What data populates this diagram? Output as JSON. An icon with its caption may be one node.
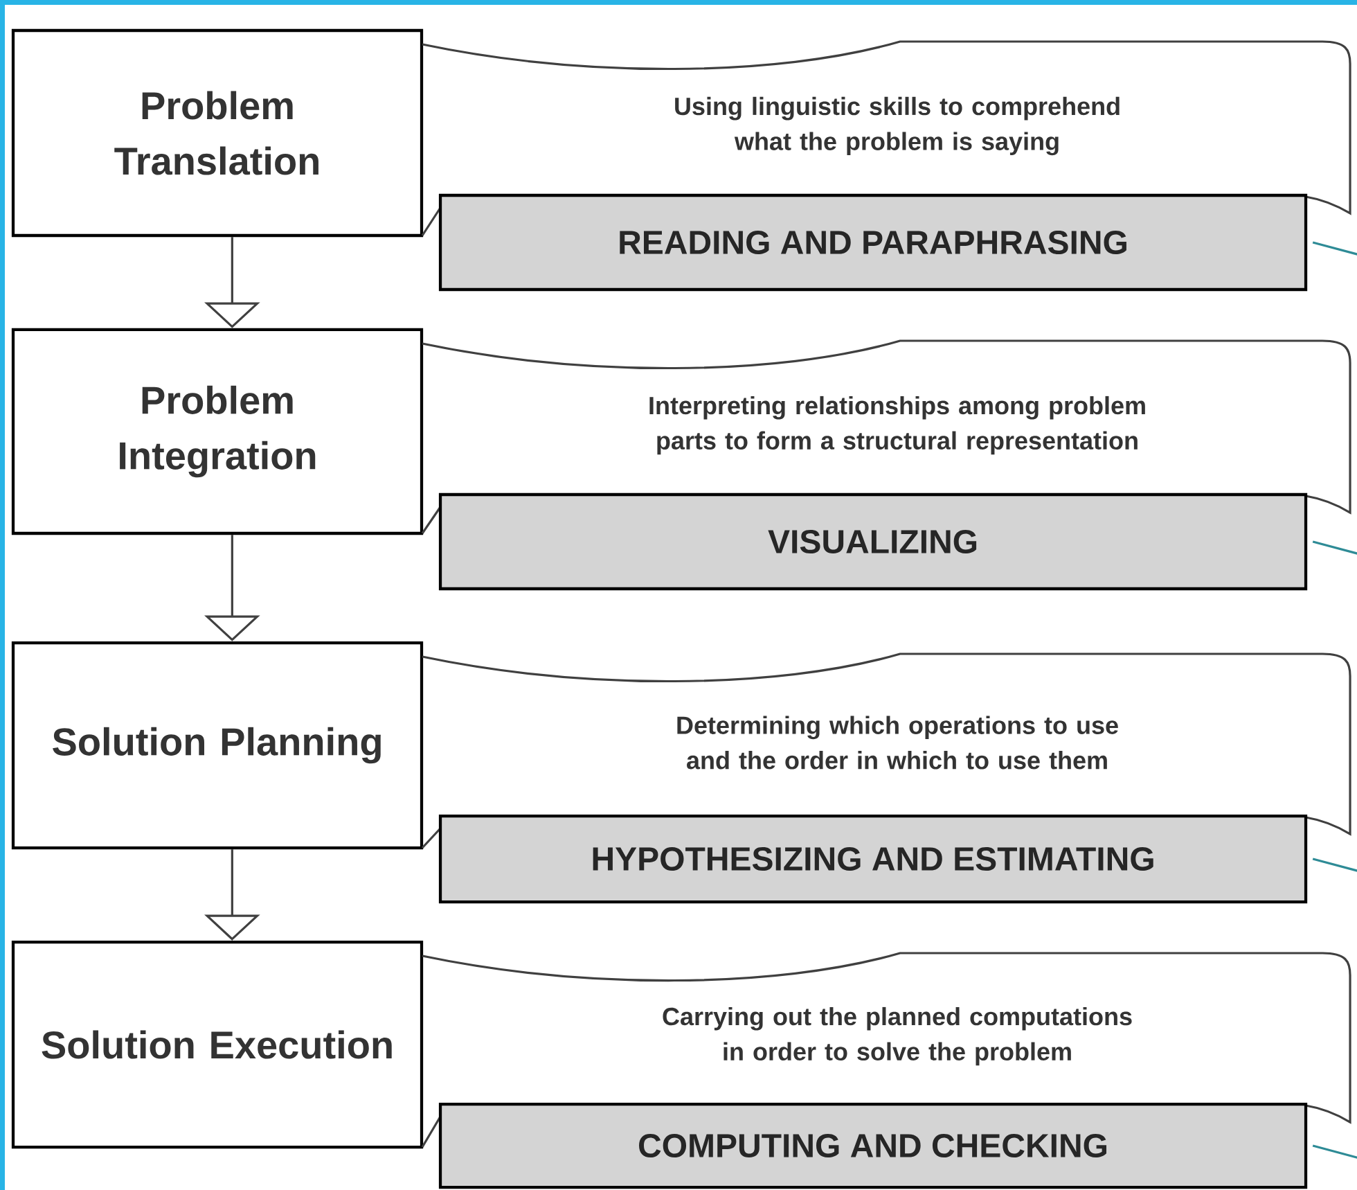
{
  "diagram": {
    "nodes": [
      {
        "text": [
          "Problem Translation"
        ]
      },
      {
        "text": [
          "Using linguistic skills to comprehend what the problem is saying"
        ]
      },
      {
        "text": [
          "READING AND PARAPHRASING"
        ]
      },
      {
        "text": [
          "Problem Integration"
        ]
      },
      {
        "text": [
          "Interpreting relationships among problem parts to form a structural representation"
        ]
      },
      {
        "text": [
          "VISUALIZING"
        ]
      },
      {
        "text": [
          "Solution Planning"
        ]
      },
      {
        "text": [
          "Determining which operations to use and the order in which to use them"
        ]
      },
      {
        "text": [
          "HYPOTHESIZING AND ESTIMATING"
        ]
      },
      {
        "text": [
          "Solution Execution"
        ]
      },
      {
        "text": [
          "Carrying out the planned computations in order to solve the problem"
        ]
      },
      {
        "text": [
          "COMPUTING AND CHECKING"
        ]
      }
    ],
    "edges": [
      {
        "from": 0,
        "to": 3,
        "arrow": "to"
      },
      {
        "from": 3,
        "to": 6,
        "arrow": "to"
      },
      {
        "from": 6,
        "to": 9,
        "arrow": "to"
      },
      {
        "from": 2,
        "to": null,
        "arrow": "none",
        "color": "#2e8b96"
      },
      {
        "from": 5,
        "to": null,
        "arrow": "none",
        "color": "#2e8b96"
      },
      {
        "from": 8,
        "to": null,
        "arrow": "none",
        "color": "#2e8b96"
      },
      {
        "from": 11,
        "to": null,
        "arrow": "none",
        "color": "#2e8b96"
      }
    ]
  }
}
